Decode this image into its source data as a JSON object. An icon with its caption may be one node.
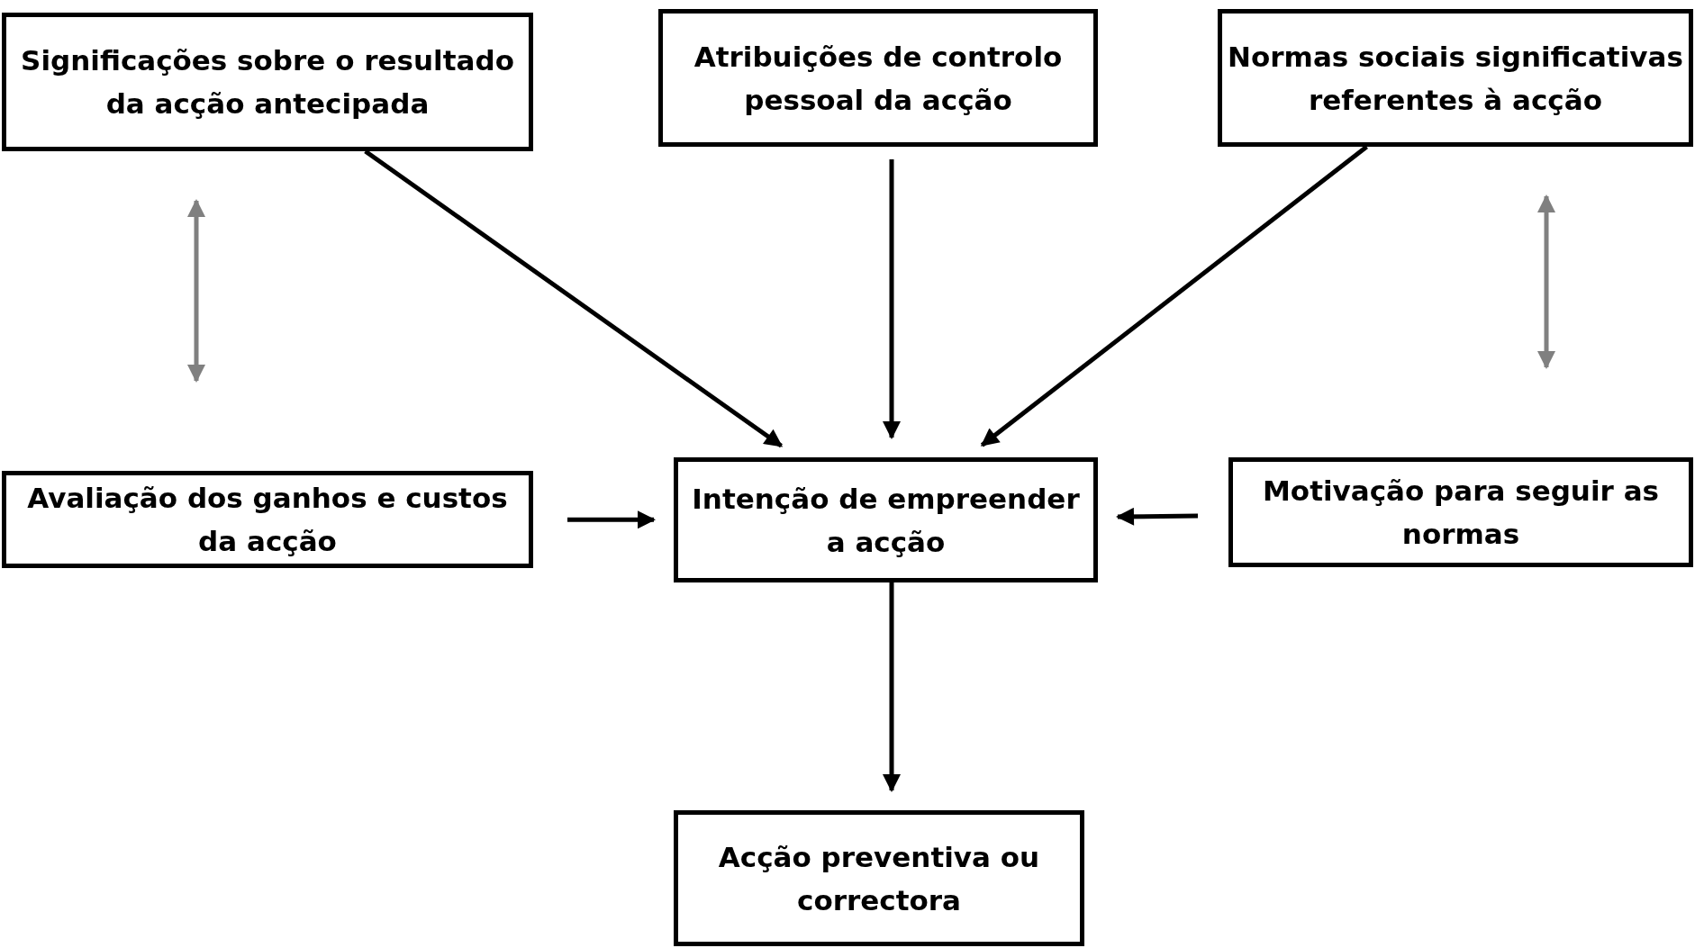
{
  "diagram": {
    "nodes": [
      {
        "text": [
          "Significações sobre o resultado da acção antecipada"
        ]
      },
      {
        "text": [
          "Atribuições de controlo pessoal da acção"
        ]
      },
      {
        "text": [
          "Normas sociais significativas referentes à acção"
        ]
      },
      {
        "text": [
          "Avaliação dos ganhos e custos da acção"
        ]
      },
      {
        "text": [
          "Intenção de empreender a acção"
        ]
      },
      {
        "text": [
          "Motivação para seguir as normas"
        ]
      },
      {
        "text": [
          "Acção preventiva ou correctora"
        ]
      }
    ],
    "edges": [
      {
        "from": 0,
        "to": 4,
        "arrow": "to"
      },
      {
        "from": 1,
        "to": 4,
        "arrow": "to"
      },
      {
        "from": 2,
        "to": 4,
        "arrow": "to"
      },
      {
        "from": 0,
        "to": 3,
        "arrow": "both",
        "color": "#808080"
      },
      {
        "from": 2,
        "to": 5,
        "arrow": "both",
        "color": "#808080"
      },
      {
        "from": 3,
        "to": 4,
        "arrow": "to"
      },
      {
        "from": 5,
        "to": 4,
        "arrow": "to"
      },
      {
        "from": 4,
        "to": 6,
        "arrow": "to"
      }
    ]
  }
}
